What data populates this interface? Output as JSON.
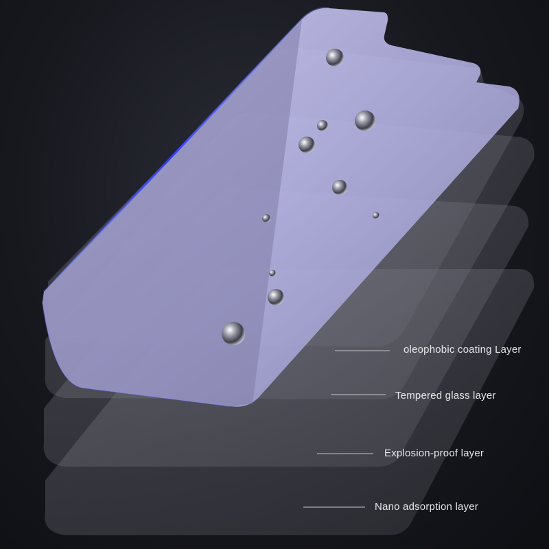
{
  "callouts": {
    "oleophobic": "oleophobic coating Layer",
    "tempered": "Tempered glass layer",
    "explosion": "Explosion-proof layer",
    "nano": "Nano adsorption layer"
  },
  "colors": {
    "background": "#16171d",
    "glass_top": "#c6c6f2",
    "edge_glow": "#3a4cff",
    "leader_line": "#c8c8cc",
    "label_text": "#e6e6ea"
  }
}
